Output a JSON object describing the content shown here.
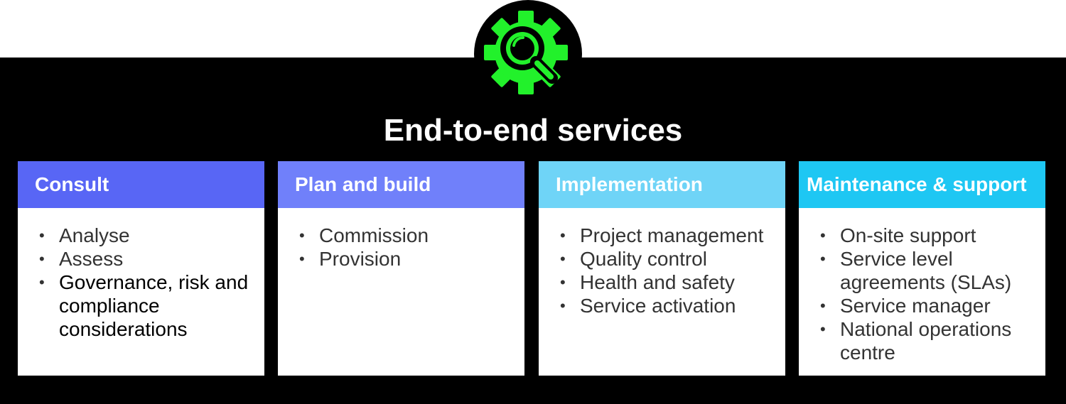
{
  "title": "End-to-end services",
  "icon": "gear-magnifier-icon",
  "colors": {
    "background_panel": "#000000",
    "icon_green": "#22f12b",
    "consult": "#5866f5",
    "plan": "#7080fa",
    "implementation": "#6fd4f7",
    "maintenance": "#1ec7f3"
  },
  "cards": [
    {
      "heading": "Consult",
      "items": [
        "Analyse",
        "Assess",
        "Governance, risk and compliance considerations"
      ]
    },
    {
      "heading": "Plan and build",
      "items": [
        "Commission",
        "Provision"
      ]
    },
    {
      "heading": "Implementation",
      "items": [
        "Project management",
        "Quality control",
        "Health and safety",
        "Service activation"
      ]
    },
    {
      "heading": "Maintenance & support",
      "items": [
        "On-site support",
        "Service level agreements (SLAs)",
        "Service manager",
        "National operations centre"
      ]
    }
  ]
}
